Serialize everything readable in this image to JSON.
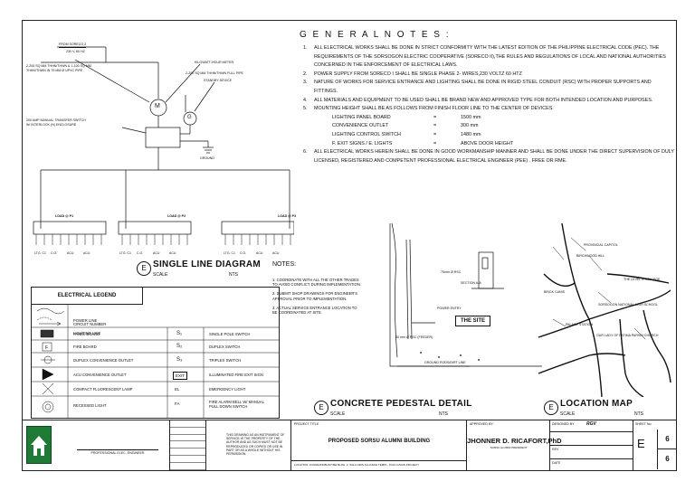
{
  "general_notes": {
    "title": "G E N E R A L   N O T E S :",
    "items": [
      "ALL ELECTRICAL WORKS SHALL BE DONE IN STRICT CONFORMITY WITH THE LATEST EDITION OF THE PHILIPPINE ELECTRICAL CODE (PEC). THE REQUIREMENTS OF THE SORSOGON ELECTRIC COOPERATIVE (SORECO II),THE RULES AND REGULATIONS OF LOCAL AND NATIONAL AUTHORITIES CONCERNED IN THE ENFORCEMENT OF ELECTRICAL LAWS.",
      "POWER SUPPLY FROM SORECO I SHALL BE SINGLE PHASE 2- WIRES,230 VOLTZ 60 HTZ",
      "NATURE OF WORKS FOR SERVICE ENTRANCE AND LIGHTING SHALL BE DONE IN RIGID STEEL CONDUIT (RSC) WITH PROPER SUPPORTS AND FITTINGS.",
      "ALL MATERIALS AND EQUIPMENT TO BE USED SHALL BE BRAND NEW AND APPROVED TYPE FOR BOTH INTENDED LOCATION AND PURPOSES.",
      "MOUNTING HEIGHT SHALL BE AS FOLLOWS FROM FINISH FLOOR LINE TO THE CENTER OF DEVICES.",
      "ALL ELECTRICAL WORKS HEREIN SHALL BE DONE IN GOOD WORKMANSHIP MANNER AND SHALL BE DONE UNDER THE DIRECT SUPERVISION OF DULY LICENSED, REGISTERED AND COMPETENT PROFESSIONAL ELECTRICAL ENGINEER (PEE) . FREE OR RME."
    ],
    "mounting": [
      {
        "item": "LIGHTING PANEL BOARD",
        "eq": "=",
        "value": "1500 mm"
      },
      {
        "item": "CONVENIENCE OUTLET",
        "eq": "=",
        "value": "300 mm"
      },
      {
        "item": "LIGHTING CONTROL SWITCH",
        "eq": "=",
        "value": "1480 mm"
      },
      {
        "item": "F. EXIT SIGNS / E. LIGHTS",
        "eq": "=",
        "value": "ABOVE DOOR HEIGHT"
      }
    ]
  },
  "sld": {
    "from_soreco": "FROM SORECO 2",
    "supply": "230 V, 60 HZ",
    "service_conductors": "2-200 SQ MM THHN/THWN & 1-100 SQ MM THHN/THWN IN 75 MM Ø UPVC PIPE",
    "transfer_switch": "200 AMP MANUAL TRANSFER SWITCH W/ INTERLOCK (N) ENCLOSURE",
    "kilowatt_meter": "KILOWATT-HOUR METER",
    "genset_feeder": "2-200 SQ MM THHN/THWN FULL PIPE",
    "standby": "STANDBY DEVICE",
    "meter_symbol": "M",
    "gen_symbol": "G",
    "ground": "GROUND",
    "loads": [
      "LOAD @ P1",
      "LOAD @ P2",
      "LOAD @ P3"
    ],
    "title": "SINGLE LINE DIAGRAM",
    "scale": "SCALE",
    "nts": "NTS",
    "marker": "E"
  },
  "notes2": {
    "title": "NOTES:",
    "items": [
      "1. COORDINATE WITH ALL THE OTHER TRADES TO AVOID CONFLICT DURING IMPLEMENTATION.",
      "2. SUBMIT SHOP DRAWINGS FOR ENGINEER'S APPROVAL PRIOR TO IMPLEMENTATION.",
      "3. ACTUAL SERVICE ENTRANCE LOCATION TO BE COORDINATED AT SITE."
    ]
  },
  "pedestal": {
    "title": "CONCRETE PEDESTAL DETAIL",
    "scale": "SCALE",
    "nts": "NTS",
    "marker": "E",
    "section": "SECTION  A-A",
    "labels": [
      "75mm Ø RSC",
      "POWER ENTRY",
      "50 mm Ø RSC (FEEDER)",
      "GROUND RODS/DIRT LINE"
    ]
  },
  "location": {
    "title": "LOCATION MAP",
    "scale": "SCALE",
    "nts": "NTS",
    "marker": "E",
    "site": "THE SITE",
    "labels": [
      "PROVINCIAL CAPITOL",
      "BIRCHWOOD HILL",
      "THE LEVEL'S COLLEGE",
      "BRICK CANIS",
      "SORSOGON NATIONAL HIGH SCHOOL",
      "PALACE STATION",
      "OUR LADY OF FATIMA PARISH CHURCH"
    ]
  },
  "legend": {
    "title": "ELECTRICAL LEGEND",
    "left": [
      "LIGHTING LINE",
      "POWER LINE",
      "CIRCUIT NUMBER",
      "PANEL BOARD",
      "FIRE BOARD",
      "DUPLEX CONVENIENCE OUTLET",
      "ACU CONVENIENCE OUTLET",
      "COMPACT FLUORESCENT LAMP",
      "RECESSED LIGHT"
    ],
    "right": [
      {
        "sym": "S₁",
        "label": "SINGLE POLE SWITCH"
      },
      {
        "sym": "S₂",
        "label": "DUPLEX SWITCH"
      },
      {
        "sym": "S₃",
        "label": "TRIPLEX SWITCH"
      },
      {
        "sym": "EXIT",
        "label": "ILLUMINATED FIRE EXIT SIGN"
      },
      {
        "sym": "EL",
        "label": "EMERGENCY LIGHT"
      },
      {
        "sym": "FA",
        "label": "FIRE ALARM BELL W/ MANUAL PULL DOWN SWITCH"
      }
    ]
  },
  "title_block": {
    "eng_title": "PROFESSIONAL ELEC. ENGINEER",
    "disclaimer": "THIS DRAWING AS AN INSTRUMENT OF SERVICE IS THE PROPERTY OF THE AUTHOR AND AS SUCH MUST NOT BE REPRODUCED OR COPIED OR USE IN PART OR AS A WHOLE WITHOUT HIS PERMISSION.",
    "project_label": "PROJECT TITLE",
    "project": "PROPOSED SORSU ALUMNI BUILDING",
    "location": "LOCATION: JONGRANDBUILT/ME BLDG. 2, SALA GRIS ALLIANCE TEMPL, JUAN CAVAN PROJECT",
    "approved_label": "APPROVED BY:",
    "approver": "JHONNER D. RICAFORT,PhD",
    "approver_sub": "SORSU ALUMNI PRESIDENT",
    "designed_label": "DESIGNED BY",
    "designed_value": "RGV",
    "date_label": "DATE",
    "rev_label": "REV",
    "sheet_label": "SHEET No.",
    "sheet_letter": "E",
    "sheet_num": "6",
    "sheet_total": "6"
  }
}
